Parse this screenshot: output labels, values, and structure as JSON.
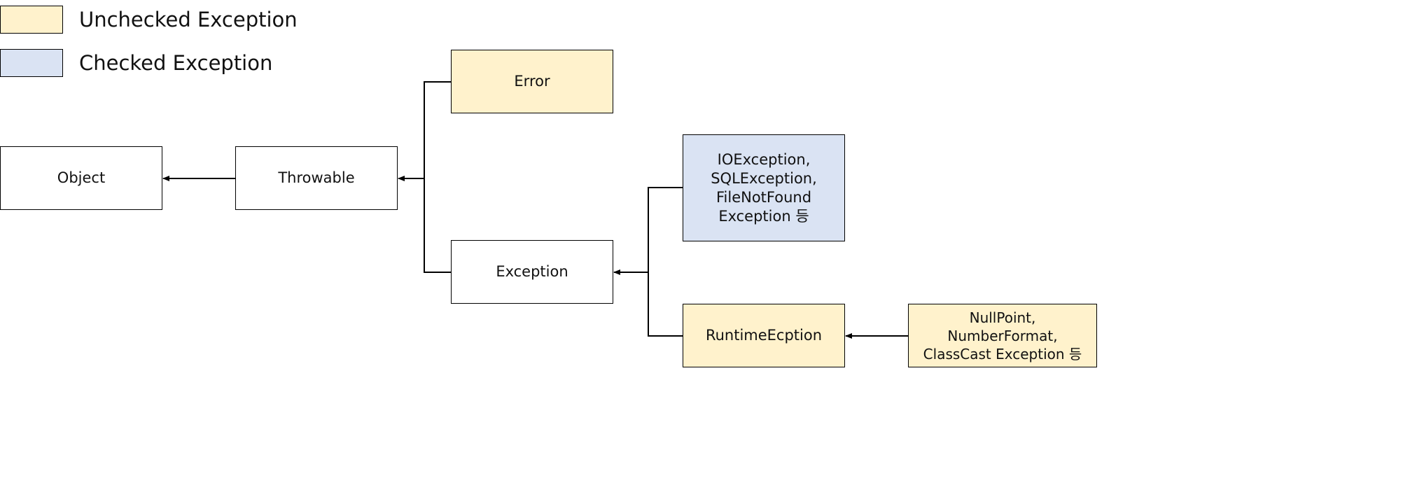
{
  "legend": [
    {
      "label": "Unchecked Exception",
      "color": "#fff2cc"
    },
    {
      "label": "Checked Exception",
      "color": "#dae3f3"
    }
  ],
  "nodes": {
    "object": {
      "lines": [
        "Object"
      ]
    },
    "throwable": {
      "lines": [
        "Throwable"
      ]
    },
    "error": {
      "lines": [
        "Error"
      ]
    },
    "exception": {
      "lines": [
        "Exception"
      ]
    },
    "checked_examples": {
      "lines": [
        "IOException,",
        "SQLException,",
        "FileNotFound",
        "Exception 등"
      ]
    },
    "runtime": {
      "lines": [
        "RuntimeEcption"
      ]
    },
    "runtime_examples": {
      "lines": [
        "NullPoint,",
        "NumberFormat,",
        "ClassCast Exception 등"
      ]
    }
  },
  "colors": {
    "unchecked": "#fff2cc",
    "checked": "#dae3f3",
    "plain": "#ffffff",
    "line": "#000000"
  }
}
